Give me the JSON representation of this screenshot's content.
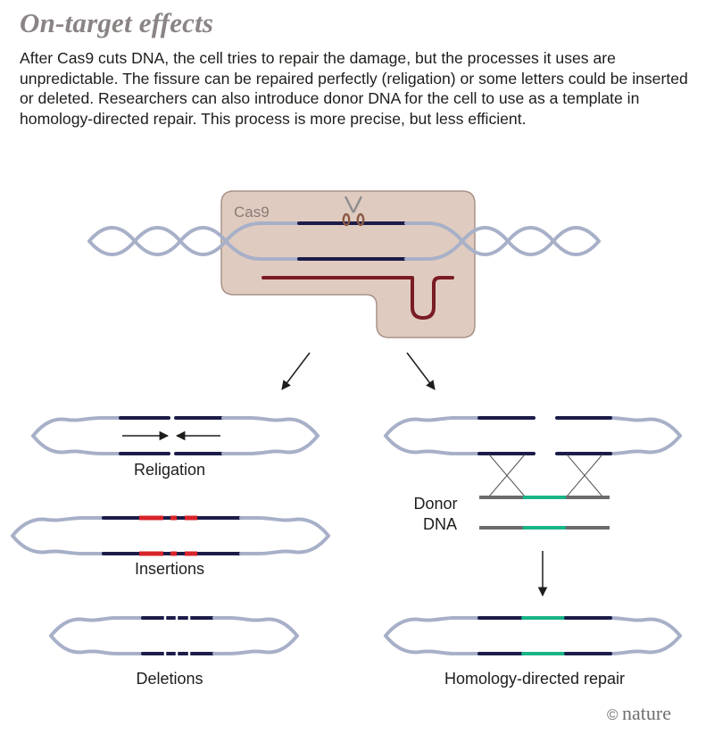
{
  "title": "On-target effects",
  "intro": "After Cas9 cuts DNA, the cell tries to repair the damage, but the processes it uses are unpredictable. The fissure can be repaired perfectly (religation) or some letters could be inserted or deleted. Researchers can also introduce donor DNA for the cell to use as a template in homology-directed repair. This process is more precise, but less efficient.",
  "labels": {
    "cas9": "Cas9",
    "religation": "Religation",
    "insertions": "Insertions",
    "deletions": "Deletions",
    "donor_line1": "Donor",
    "donor_line2": "DNA",
    "hdr": "Homology-directed repair"
  },
  "credit": {
    "symbol": "©",
    "name": "nature"
  },
  "icons": [
    "scissors-icon",
    "arrow-icon"
  ],
  "colors": {
    "dna_strand": "#a7b0c8",
    "target_sequence": "#1c1c4a",
    "guide_rna": "#7a1c24",
    "cas9_fill": "#e0cbc0",
    "inserted_letters": "#d8232a",
    "donor_dna": "#6b6b6b",
    "repair_template": "#19b487",
    "title": "#8a8484"
  }
}
